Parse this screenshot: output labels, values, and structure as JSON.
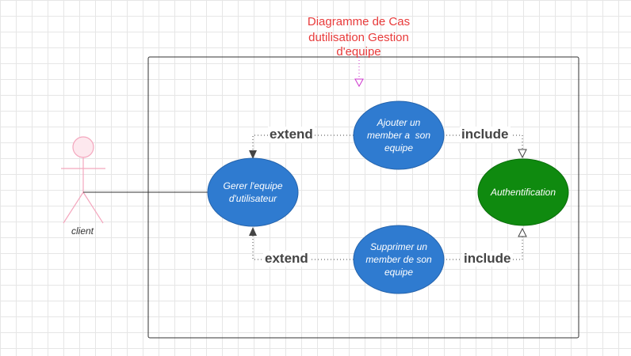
{
  "title": {
    "line1": "Diagramme de Cas",
    "line2": "dutilisation Gestion",
    "line3": "d'equipe"
  },
  "actor": {
    "name": "client"
  },
  "use_cases": {
    "gerer": {
      "line1": "Gerer l'equipe",
      "line2": "d'utilisateur"
    },
    "ajouter": {
      "line1": "Ajouter un",
      "line2": "member a  son",
      "line3": "equipe"
    },
    "supprimer": {
      "line1": "Supprimer un",
      "line2": "member de son",
      "line3": "equipe"
    },
    "auth": {
      "line1": "Authentification"
    }
  },
  "relations": {
    "extend_top": "extend",
    "extend_bottom": "extend",
    "include_top": "include",
    "include_bottom": "include"
  },
  "colors": {
    "use_case_blue": "#2f7bd0",
    "use_case_green": "#0f8a0f",
    "actor_pink": "#f4a6bd",
    "title_red": "#e83a3a",
    "note_magenta": "#cc33cc"
  }
}
